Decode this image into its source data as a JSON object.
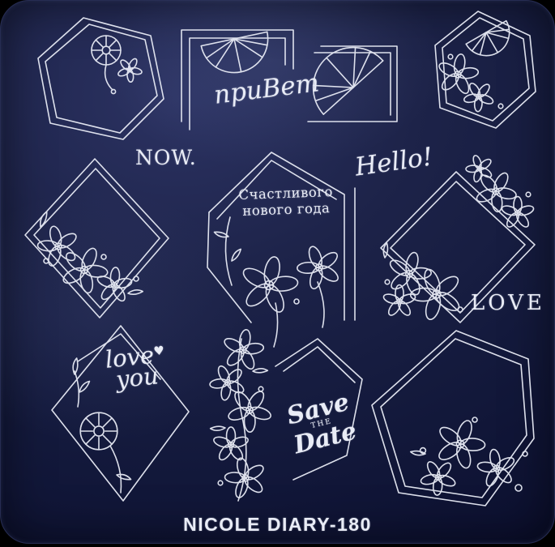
{
  "plate": {
    "brand": "NICOLE DIARY-180",
    "texts": {
      "now": "NOW.",
      "hello": "Hello!",
      "love": "LOVE",
      "privet": "приВет",
      "greeting_line1": "Счастливого",
      "greeting_line2": "нового года",
      "love_word": "love",
      "heart": "♥",
      "you_word": "you",
      "save": "Save",
      "the": "THE",
      "date": "Date"
    },
    "colors": {
      "plate_navy": "#1d2349",
      "engraving_white": "#e9ecf6",
      "backdrop_black": "#000000"
    }
  }
}
